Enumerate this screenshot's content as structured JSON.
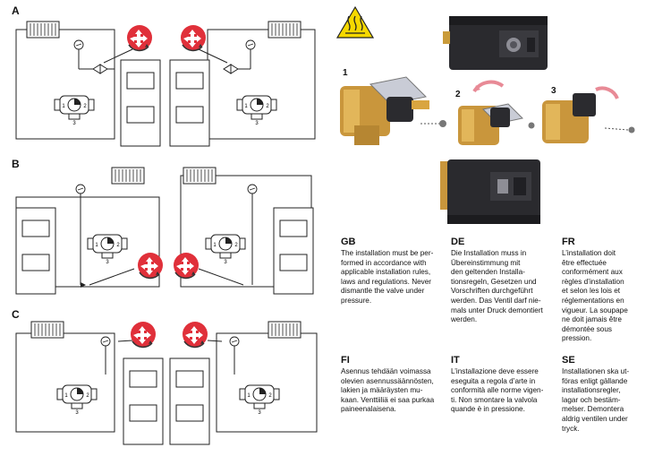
{
  "sections": [
    {
      "id": "A",
      "label": "A"
    },
    {
      "id": "B",
      "label": "B"
    },
    {
      "id": "C",
      "label": "C"
    }
  ],
  "steps": [
    "1",
    "2",
    "3"
  ],
  "port_labels": {
    "one": "1",
    "two": "2",
    "three": "3"
  },
  "warning": {
    "icon": "hot-surface-warning-icon"
  },
  "languages": [
    {
      "code": "GB",
      "text": "The installation must be per-\nformed in accordance with\napplicable installation rules,\nlaws and regulations. Never\ndismantle the valve under\npressure."
    },
    {
      "code": "DE",
      "text": "Die Installation muss in\nÜbereinstimmung mit\nden geltenden Installa-\ntionsregeln, Gesetzen und\nVorschriften durchgeführt\nwerden. Das Ventil darf nie-\nmals unter Druck demontiert\nwerden."
    },
    {
      "code": "FR",
      "text": "L’installation doit\nêtre effectuée\nconformément aux\nrègles d’installation\net selon les lois et\nréglementations en\nvigueur. La soupape\nne doit jamais être\ndémontée sous\npression."
    },
    {
      "code": "FI",
      "text": "Asennus tehdään voimassa\nolevien asennussäännösten,\nlakien ja määräysten mu-\nkaan. Venttiiliä ei saa purkaa\npaineenalaisena."
    },
    {
      "code": "IT",
      "text": "L’installazione deve essere\neseguita a regola d’arte in\nconformità alle norme vigen-\nti. Non smontare la valvola\nquande è in pressione."
    },
    {
      "code": "SE",
      "text": "Installationen ska ut-\nföras enligt gällande\ninstallationsregler,\nlagar och bestäm-\nmelser. Demontera\naldrig ventilen under\ntryck."
    }
  ]
}
